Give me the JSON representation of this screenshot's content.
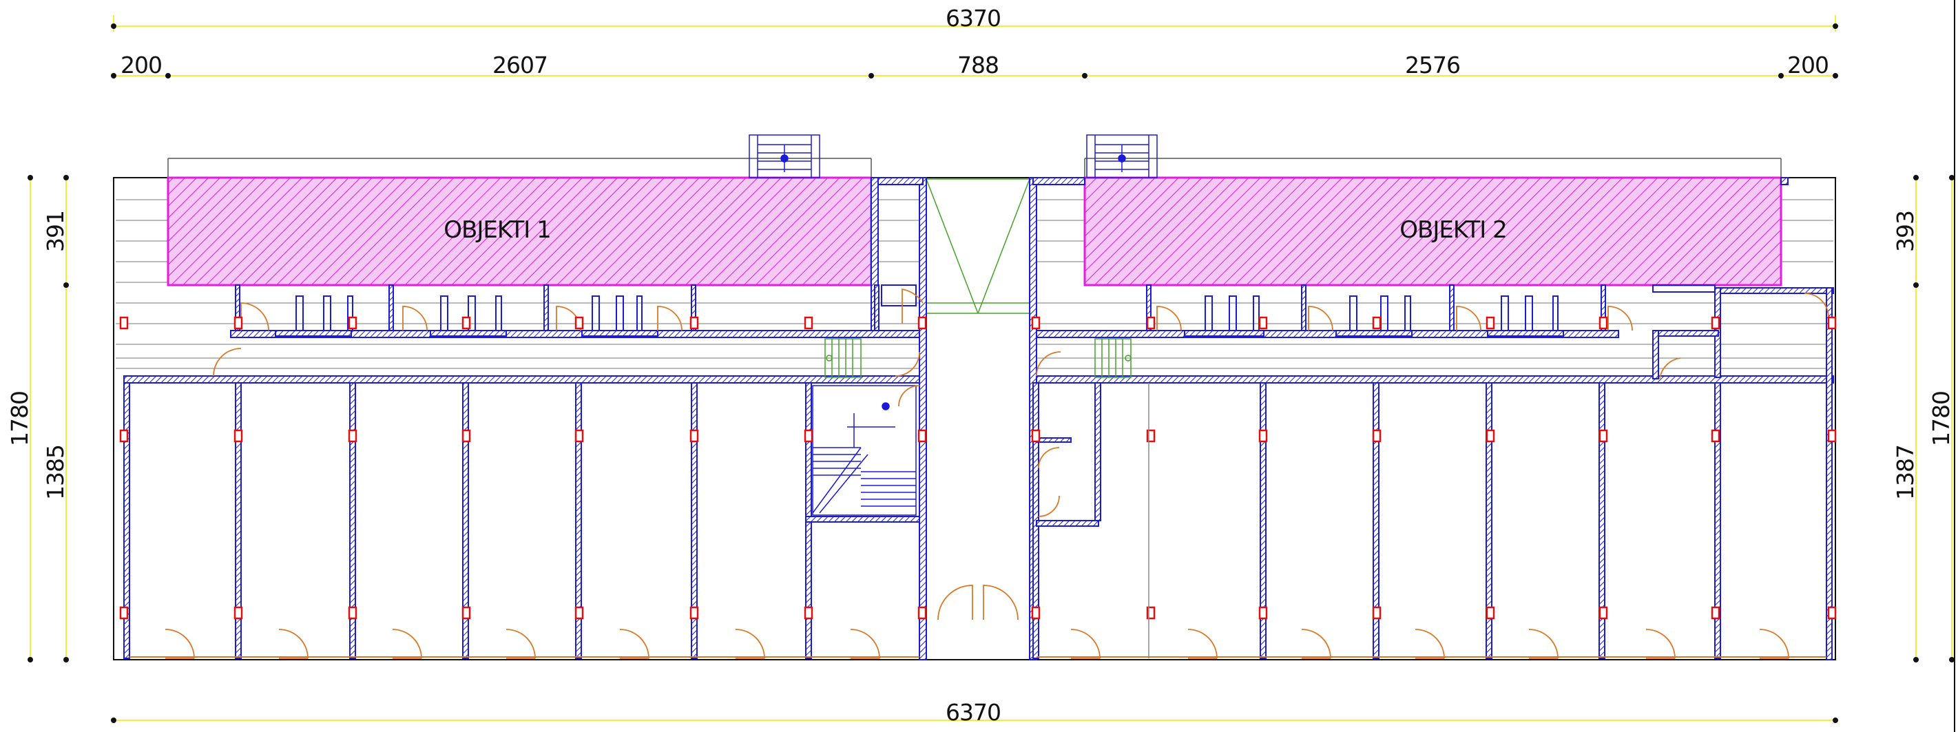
{
  "plan": {
    "blocks": [
      {
        "id": "block-1",
        "label": "OBJEKTI 1"
      },
      {
        "id": "block-2",
        "label": "OBJEKTI 2"
      }
    ],
    "dimensions": {
      "overall_top": "6370",
      "overall_bottom": "6370",
      "segments": [
        "200",
        "2607",
        "788",
        "2576",
        "200"
      ],
      "left_total": "1780",
      "left_top": "391",
      "left_bottom": "1385",
      "right_total": "1780",
      "right_top": "393",
      "right_bottom": "1387"
    },
    "colors": {
      "dimension_line": "#f2ef3a",
      "wall": "#1b1bd6",
      "hatch": "#e11ee1",
      "hatch_fill": "#f3b8f3",
      "column": "#e01010",
      "door": "#d97a2a",
      "stair_green": "#46a12a",
      "outline": "#111111"
    }
  }
}
